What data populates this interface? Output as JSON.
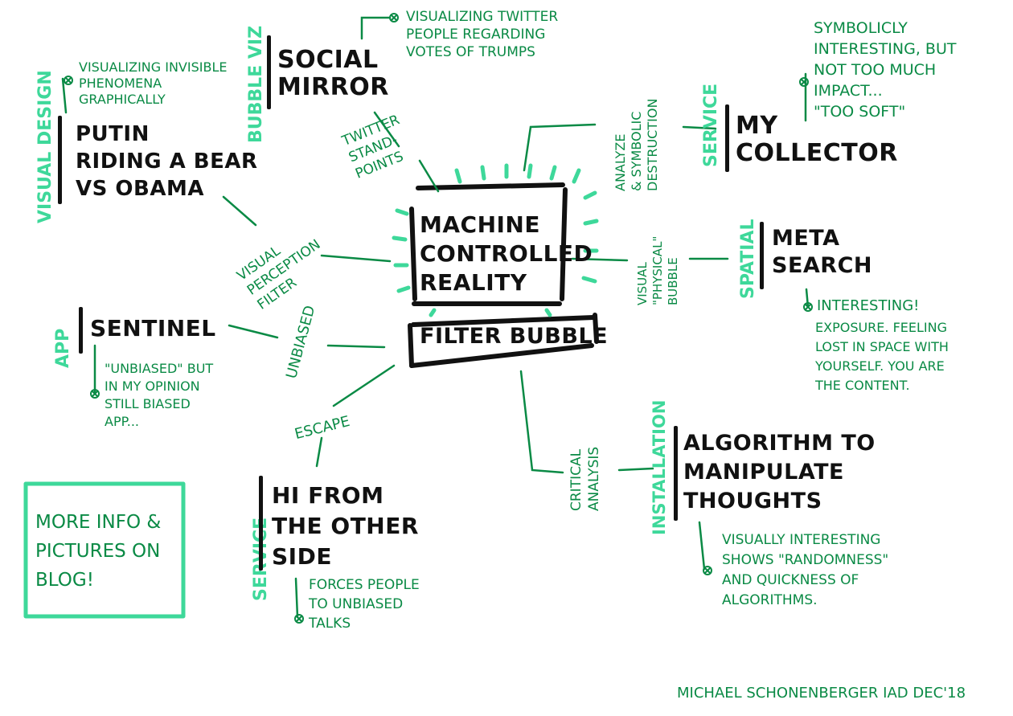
{
  "center": {
    "title_lines": [
      "MACHINE",
      "CONTROLLED",
      "REALITY"
    ],
    "subtitle": "FILTER BUBBLE"
  },
  "nodes": {
    "social_mirror": {
      "category": "BUBBLE VIZ",
      "title_lines": [
        "SOCIAL",
        "MIRROR"
      ],
      "note_lines": [
        "VISUALIZING TWITTER",
        "PEOPLE REGARDING",
        "VOTES OF TRUMPS"
      ],
      "link_lines": [
        "TWITTER",
        "STAND-",
        "POINTS"
      ]
    },
    "putin": {
      "category": "VISUAL DESIGN",
      "title_lines": [
        "PUTIN",
        "RIDING A BEAR",
        "VS OBAMA"
      ],
      "note_lines": [
        "VISUALIZING INVISIBLE",
        "PHENOMENA",
        "GRAPHICALLY"
      ],
      "link_lines": [
        "VISUAL",
        "PERCEPTION",
        "FILTER"
      ]
    },
    "my_collector": {
      "category": "SERVICE",
      "title_lines": [
        "MY",
        "COLLECTOR"
      ],
      "note_lines": [
        "SYMBOLICLY",
        "INTERESTING, BUT",
        "NOT TOO MUCH",
        "IMPACT...",
        "\"TOO SOFT\""
      ],
      "link_lines": [
        "ANALYZE",
        "& SYMBOLIC",
        "DESTRUCTION"
      ]
    },
    "meta_search": {
      "category": "SPATIAL",
      "title_lines": [
        "META",
        "SEARCH"
      ],
      "note_lines": [
        "INTERESTING!",
        "EXPOSURE. FEELING",
        "LOST IN SPACE WITH",
        "YOURSELF. YOU ARE",
        "THE CONTENT."
      ],
      "link_lines": [
        "VISUAL",
        "\"PHYSICAL\"",
        "BUBBLE"
      ]
    },
    "sentinel": {
      "category": "APP",
      "title_lines": [
        "SENTINEL"
      ],
      "note_lines": [
        "\"UNBIASED\" BUT",
        "IN MY OPINION",
        "STILL BIASED",
        "APP..."
      ],
      "link_lines": [
        "UNBIASED"
      ]
    },
    "hi_other_side": {
      "category": "SERVICE",
      "title_lines": [
        "HI FROM",
        "THE OTHER",
        "SIDE"
      ],
      "note_lines": [
        "FORCES PEOPLE",
        "TO UNBIASED",
        "TALKS"
      ],
      "link_lines": [
        "ESCAPE"
      ]
    },
    "algorithm": {
      "category": "INSTALLATION",
      "title_lines": [
        "ALGORITHM TO",
        "MANIPULATE",
        "THOUGHTS"
      ],
      "note_lines": [
        "VISUALLY INTERESTING",
        "SHOWS \"RANDOMNESS\"",
        "AND QUICKNESS OF",
        "ALGORITHMS."
      ],
      "link_lines": [
        "CRITICAL",
        "ANALYSIS"
      ]
    }
  },
  "info_box": {
    "lines": [
      "MORE INFO &",
      "PICTURES ON",
      "BLOG!"
    ]
  },
  "signature": "MICHAEL SCHONENBERGER IAD DEC'18",
  "colors": {
    "ink": "#111111",
    "green": "#0a8a45",
    "mint": "#3ed89a"
  }
}
